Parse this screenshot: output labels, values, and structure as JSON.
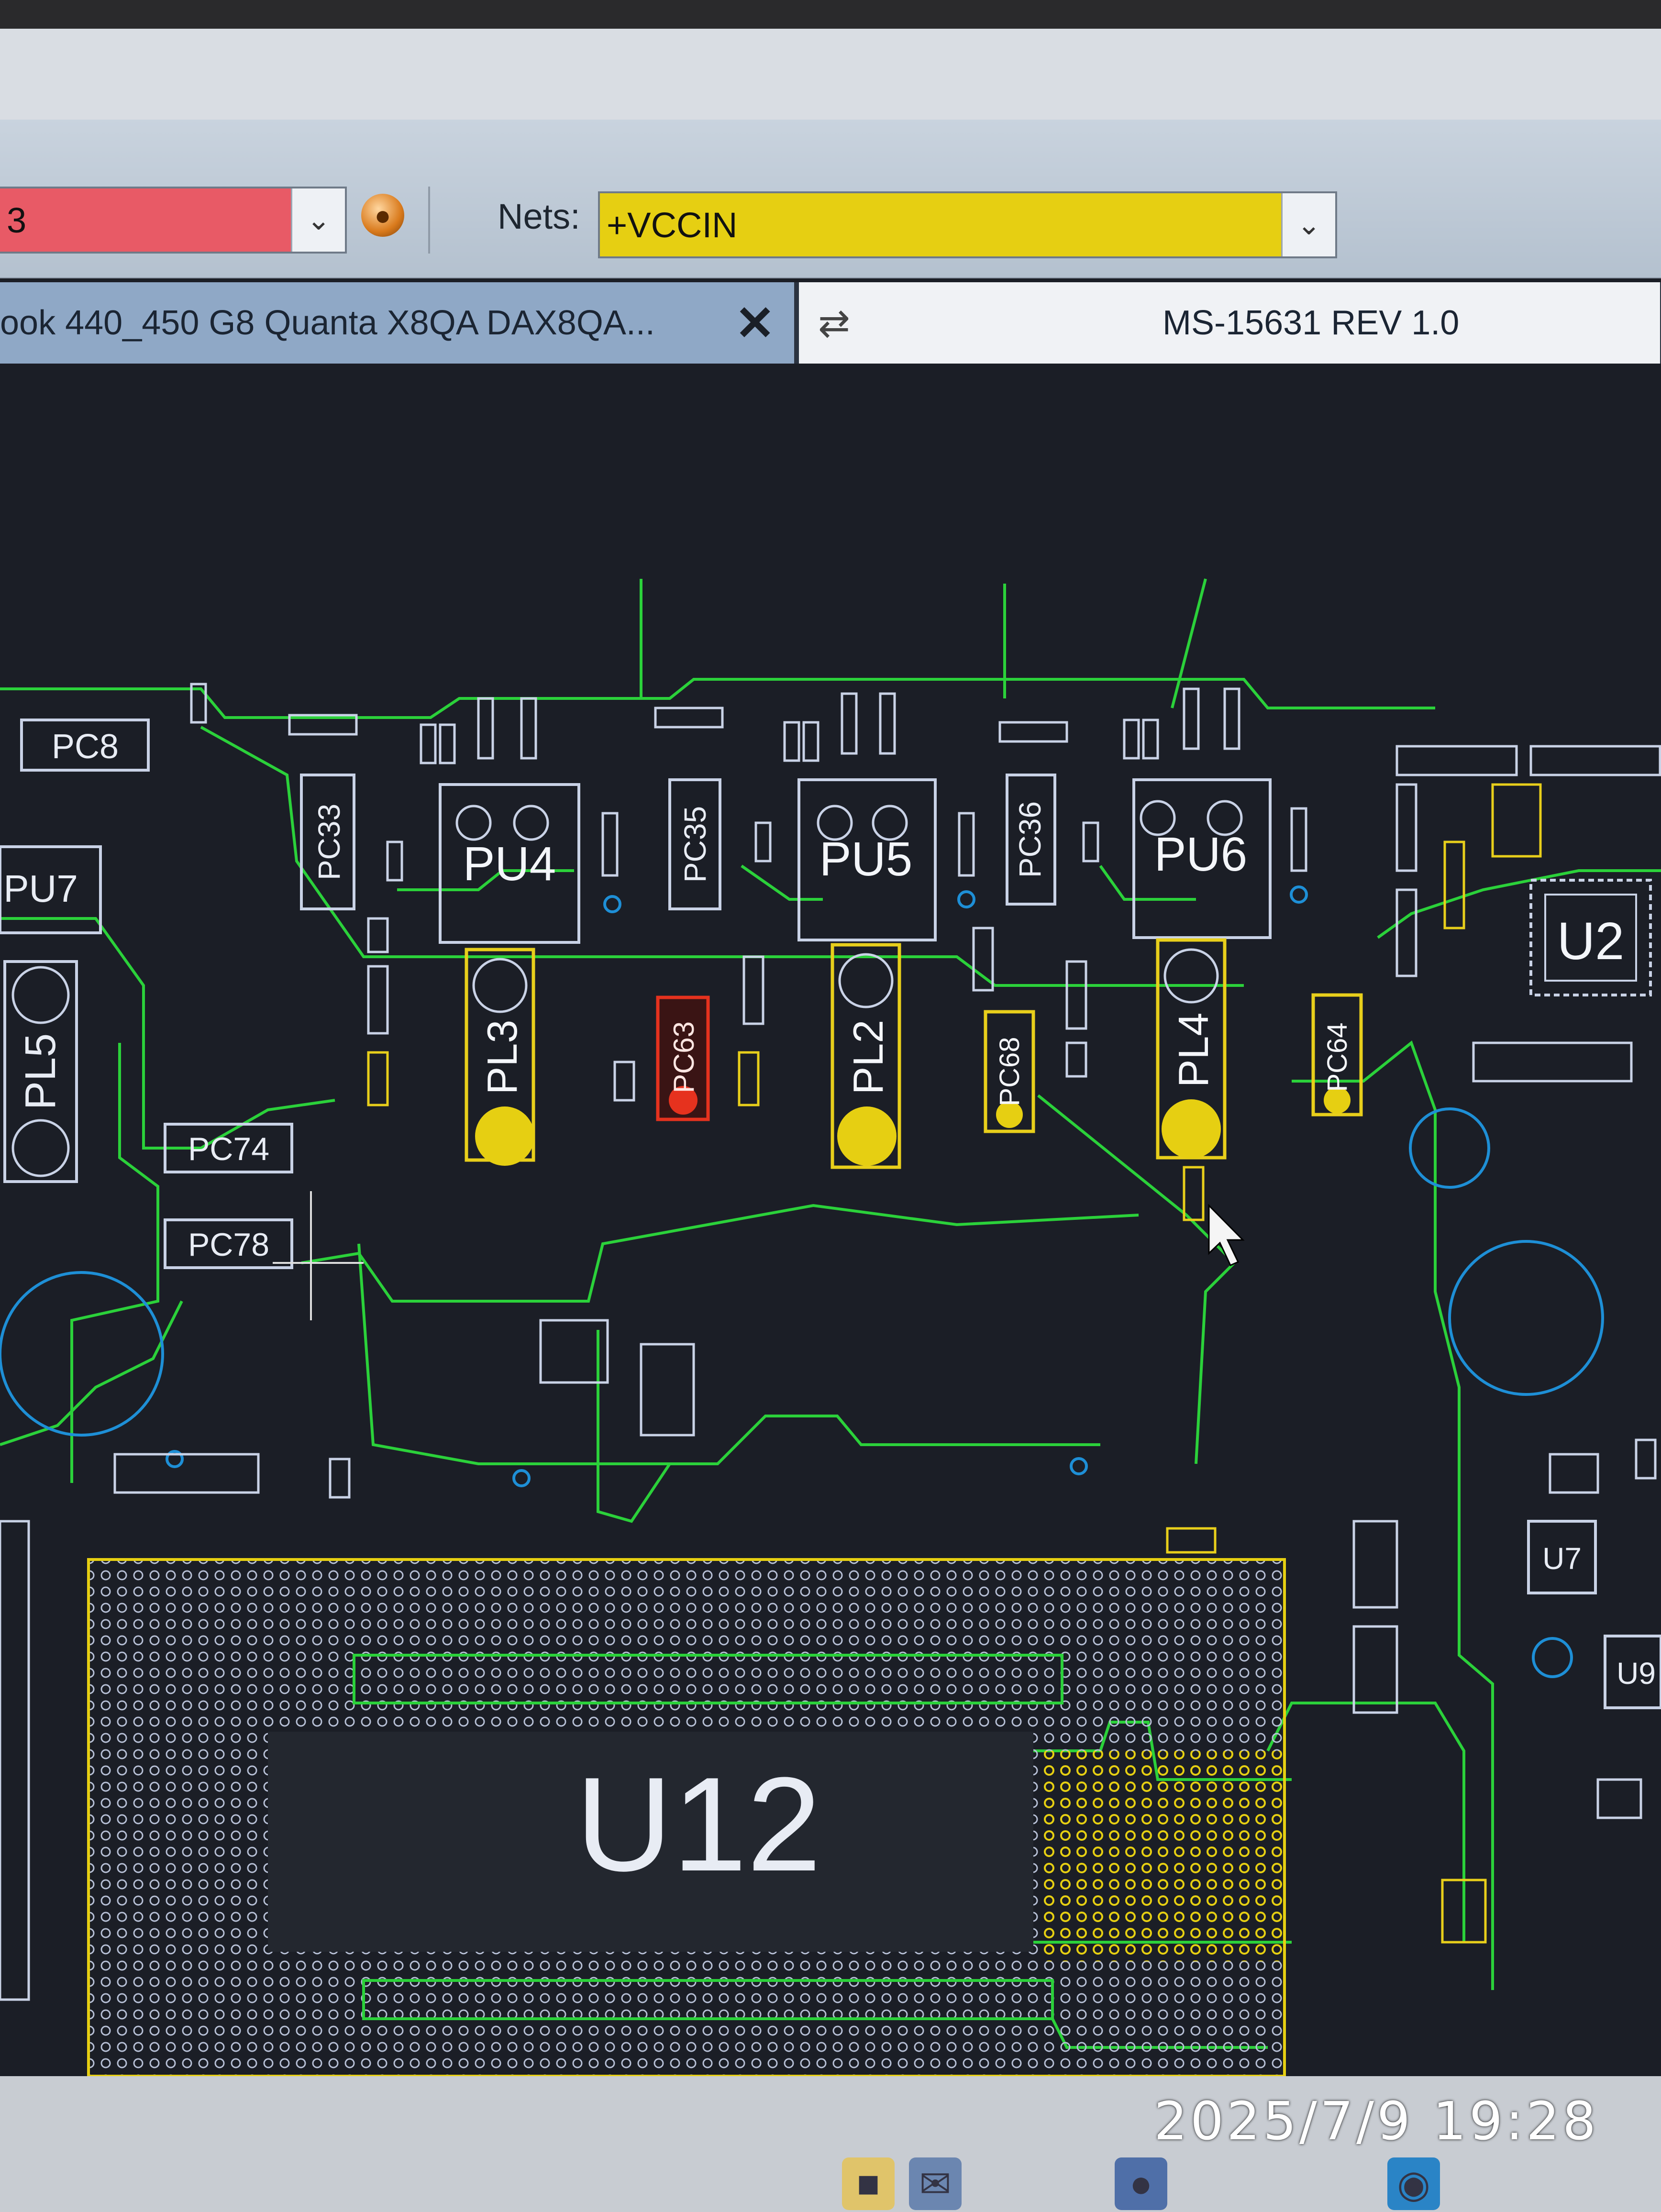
{
  "toolbar": {
    "part_value": "3",
    "nets_label": "Nets:",
    "nets_value": "+VCCIN"
  },
  "tabs": [
    {
      "label": "ook 440_450 G8 Quanta X8QA DAX8QA..."
    },
    {
      "label": "MS-15631 REV 1.0"
    }
  ],
  "colors": {
    "part_highlight": "#e85a66",
    "net_highlight": "#e6cf12",
    "trace": "#2bd13a",
    "outline": "#c9d2e6",
    "selected": "#e8cf1b",
    "active_part": "#e6321e"
  },
  "components": {
    "PC8": "PC8",
    "PU7": "PU7",
    "PL5": "PL5",
    "PC33": "PC33",
    "PU4": "PU4",
    "PL3": "PL3",
    "PC35": "PC35",
    "PC63": "PC63",
    "PU5": "PU5",
    "PL2": "PL2",
    "PC36": "PC36",
    "PC68": "PC68",
    "PU6": "PU6",
    "PL4": "PL4",
    "PC64": "PC64",
    "U2": "U2",
    "PC74": "PC74",
    "PC78": "PC78",
    "U12": "U12",
    "U7": "U7",
    "U9": "U9"
  },
  "timestamp": "2025/7/9 19:28"
}
